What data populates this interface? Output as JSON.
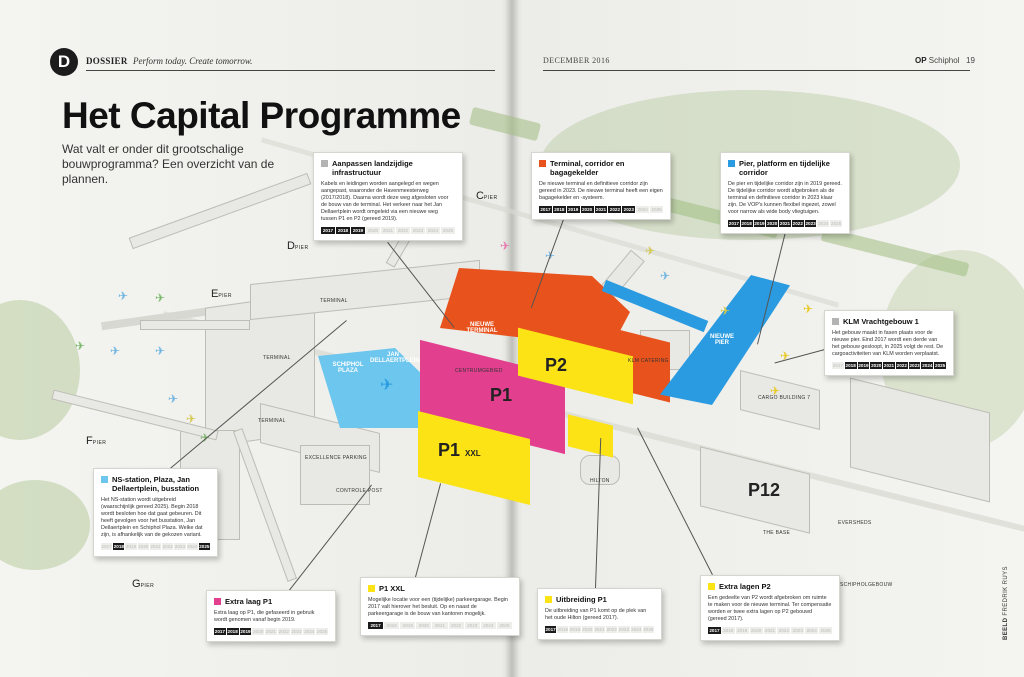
{
  "header": {
    "dossier_letter": "D",
    "section": "DOSSIER",
    "subtitle": "Perform today. Create tomorrow.",
    "date": "DECEMBER 2016",
    "magazine_prefix": "OP",
    "magazine_name": "Schiphol",
    "page_number": "19"
  },
  "title": "Het Capital Programme",
  "intro": "Wat valt er onder dit grootschalige bouwprogramma? Een overzicht van de plannen.",
  "colors": {
    "grey": "#b3b3b3",
    "orange": "#e8521c",
    "blue": "#2a9be0",
    "light_blue": "#6cc6ee",
    "pink": "#e23f8f",
    "yellow": "#fbe316"
  },
  "map": {
    "piers": [
      {
        "letter": "C",
        "suffix": "PIER"
      },
      {
        "letter": "D",
        "suffix": "PIER"
      },
      {
        "letter": "E",
        "suffix": "PIER"
      },
      {
        "letter": "F",
        "suffix": "PIER"
      },
      {
        "letter": "G",
        "suffix": "PIER"
      }
    ],
    "areas": {
      "p2": "P2",
      "p1": "P1",
      "p1xxl": "P1",
      "p1xxl_suffix": "XXL",
      "p12": "P12"
    },
    "labels": {
      "terminal_1": "TERMINAL",
      "terminal_2": "TERMINAL",
      "terminal_3": "TERMINAL",
      "nieuwe_terminal": "NIEUWE TERMINAL",
      "centrumgebied": "CENTRUMGEBIED",
      "schiphol_plaza": "SCHIPHOL PLAZA",
      "jan_dellaertplein": "JAN DELLAERTPLEIN",
      "klm_catering": "KLM CATERING",
      "cargo_building": "CARGO BUILDING 7",
      "nieuwe_pier": "NIEUWE PIER",
      "excellence_parking": "EXCELLENCE PARKING",
      "hilton": "HILTON",
      "the_base": "THE BASE",
      "controle_post": "CONTROLE POST",
      "schipholgebouw": "SCHIPHOLGEBOUW",
      "eversheds": "EVERSHEDS"
    }
  },
  "callouts": {
    "landzijdige": {
      "title": "Aanpassen landzijdige infrastructuur",
      "color": "#b3b3b3",
      "text": "Kabels en leidingen worden aangelegd en wegen aangepast, waaronder de Havenmeesterweg (2017/2018). Daarna wordt deze weg afgesloten voor de bouw van de terminal. Het verkeer naar het Jan Dellaertplein wordt omgeleid via een nieuwe weg tussen P1 en P2 (gereed 2019).",
      "years": [
        "2017",
        "2018",
        "2019",
        "2020",
        "2021",
        "2022",
        "2023",
        "2024",
        "2025"
      ],
      "active": [
        "2017",
        "2018",
        "2019"
      ]
    },
    "terminal": {
      "title": "Terminal, corridor en bagagekelder",
      "color": "#e8521c",
      "text": "De nieuwe terminal en definitieve corridor zijn gereed in 2023. De nieuwe terminal heeft een eigen bagagekelder en -systeem.",
      "years": [
        "2017",
        "2018",
        "2019",
        "2020",
        "2021",
        "2022",
        "2023",
        "2024",
        "2025"
      ],
      "active": [
        "2017",
        "2018",
        "2019",
        "2020",
        "2021",
        "2022",
        "2023"
      ]
    },
    "pier": {
      "title": "Pier, platform en tijdelijke corridor",
      "color": "#2a9be0",
      "text": "De pier en tijdelijke corridor zijn in 2019 gereed. De tijdelijke corridor wordt afgebroken als de terminal en definitieve corridor in 2023 klaar zijn. De VOP's kunnen flexibel ingezet, zowel voor narrow als wide body vliegtuigen.",
      "years": [
        "2017",
        "2018",
        "2019",
        "2020",
        "2021",
        "2022",
        "2023",
        "2024",
        "2025"
      ],
      "active": [
        "2017",
        "2018",
        "2019",
        "2020",
        "2021",
        "2022",
        "2023"
      ]
    },
    "klm": {
      "title": "KLM Vrachtgebouw 1",
      "color": "#b3b3b3",
      "text": "Het gebouw maakt in fasen plaats voor de nieuwe pier. Eind 2017 wordt een derde van het gebouw gesloopt, in 2025 volgt de rest. De cargoactiviteiten van KLM worden verplaatst.",
      "years": [
        "2017",
        "2018",
        "2019",
        "2020",
        "2021",
        "2022",
        "2023",
        "2024",
        "2025"
      ],
      "active": [
        "2018",
        "2019",
        "2020",
        "2021",
        "2022",
        "2023",
        "2024",
        "2025"
      ]
    },
    "ns": {
      "title": "NS-station, Plaza, Jan Dellaertplein, busstation",
      "color": "#6cc6ee",
      "text": "Het NS-station wordt uitgebreid (waarschijnlijk gereed 2025). Begin 2018 wordt besloten hoe dat gaat gebeuren. Dit heeft gevolgen voor het busstation, Jan Dellaertplein en Schiphol Plaza. Welke dat zijn, is afhankelijk van de gekozen variant.",
      "years": [
        "2017",
        "2018",
        "2019",
        "2020",
        "2021",
        "2022",
        "2023",
        "2024",
        "2025"
      ],
      "active": [
        "2018",
        "2025"
      ]
    },
    "extra_p1": {
      "title": "Extra laag P1",
      "color": "#e23f8f",
      "text": "Extra laag op P1, die gefaseerd in gebruik wordt genomen vanaf begin 2019.",
      "years": [
        "2017",
        "2018",
        "2019",
        "2020",
        "2021",
        "2022",
        "2023",
        "2024",
        "2025"
      ],
      "active": [
        "2017",
        "2018",
        "2019"
      ]
    },
    "p1xxl": {
      "title": "P1 XXL",
      "color": "#fbe316",
      "text": "Mogelijke locatie voor een (tijdelijke) parkeergarage. Begin 2017 valt hierover het besluit. Op en naast de parkeergarage is de bouw van kantoren mogelijk.",
      "years": [
        "2017",
        "2018",
        "2019",
        "2020",
        "2021",
        "2022",
        "2023",
        "2024",
        "2025"
      ],
      "active": [
        "2017"
      ]
    },
    "uitbreiding_p1": {
      "title": "Uitbreiding P1",
      "color": "#fbe316",
      "text": "De uitbreiding van P1 komt op de plek van het oude Hilton (gereed 2017).",
      "years": [
        "2017",
        "2018",
        "2019",
        "2020",
        "2021",
        "2022",
        "2023",
        "2024",
        "2025"
      ],
      "active": [
        "2017"
      ]
    },
    "extra_p2": {
      "title": "Extra lagen P2",
      "color": "#fbe316",
      "text": "Een gedeelte van P2 wordt afgebroken om ruimte te maken voor de nieuwe terminal. Ter compensatie worden er twee extra lagen op P2 gebouwd (gereed 2017).",
      "years": [
        "2017",
        "2018",
        "2019",
        "2020",
        "2021",
        "2022",
        "2023",
        "2024",
        "2025"
      ],
      "active": [
        "2017"
      ]
    }
  },
  "credit_label": "BEELD",
  "credit_name": "FREDRIK RUYS"
}
